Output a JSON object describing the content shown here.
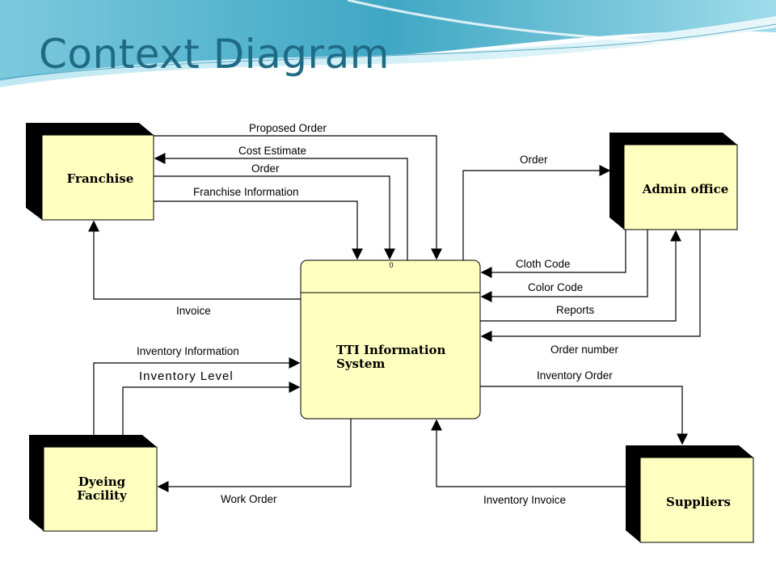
{
  "slide": {
    "title": "Context Diagram"
  },
  "process": {
    "number": "0",
    "name_line1": "TTI Information",
    "name_line2": "System"
  },
  "entities": {
    "franchise": "Franchise",
    "admin_line1": "Admin office",
    "dyeing_line1": "Dyeing",
    "dyeing_line2": "Facility",
    "suppliers": "Suppliers"
  },
  "flows": {
    "proposed_order": "Proposed Order",
    "cost_estimate": "Cost Estimate",
    "order_to_system": "Order",
    "franchise_information": "Franchise Information",
    "invoice": "Invoice",
    "order_to_admin": "Order",
    "cloth_code": "Cloth Code",
    "color_code": "Color Code",
    "reports": "Reports",
    "order_number": "Order number",
    "inventory_information": "Inventory Information",
    "inventory_level": "Inventory Level",
    "inventory_order": "Inventory Order",
    "work_order": "Work Order",
    "inventory_invoice": "Inventory Invoice"
  },
  "colors": {
    "title": "#1f6b85",
    "box_fill": "#ffffc0",
    "box_shadow": "#000000",
    "line": "#000000",
    "header_teal": "#3fa7c4"
  }
}
